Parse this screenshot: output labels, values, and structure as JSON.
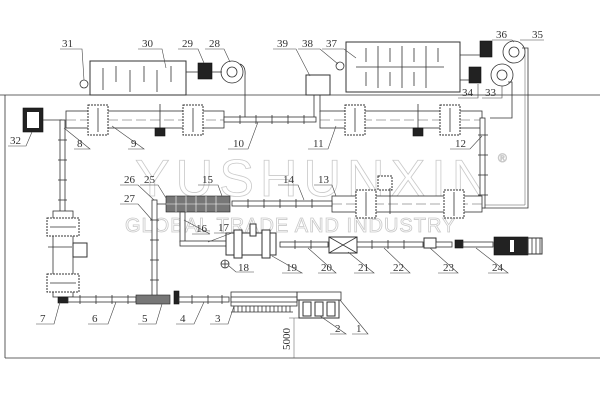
{
  "diagram": {
    "type": "process-flow-line-drawing",
    "watermark": {
      "line1": "YUSHUNXIN",
      "line2": "GLOBAL TRADE AND INDUSTRY",
      "registered_mark": "®"
    },
    "dimension": {
      "value": "5000",
      "orientation": "vertical"
    },
    "callouts": [
      {
        "id": "1",
        "label": "1"
      },
      {
        "id": "2",
        "label": "2"
      },
      {
        "id": "3",
        "label": "3"
      },
      {
        "id": "4",
        "label": "4"
      },
      {
        "id": "5",
        "label": "5"
      },
      {
        "id": "6",
        "label": "6"
      },
      {
        "id": "7",
        "label": "7"
      },
      {
        "id": "8",
        "label": "8"
      },
      {
        "id": "9",
        "label": "9"
      },
      {
        "id": "10",
        "label": "10"
      },
      {
        "id": "11",
        "label": "11"
      },
      {
        "id": "12",
        "label": "12"
      },
      {
        "id": "13",
        "label": "13"
      },
      {
        "id": "14",
        "label": "14"
      },
      {
        "id": "15",
        "label": "15"
      },
      {
        "id": "16",
        "label": "16"
      },
      {
        "id": "17",
        "label": "17"
      },
      {
        "id": "18",
        "label": "18"
      },
      {
        "id": "19",
        "label": "19"
      },
      {
        "id": "20",
        "label": "20"
      },
      {
        "id": "21",
        "label": "21"
      },
      {
        "id": "22",
        "label": "22"
      },
      {
        "id": "23",
        "label": "23"
      },
      {
        "id": "24",
        "label": "24"
      },
      {
        "id": "25",
        "label": "25"
      },
      {
        "id": "26",
        "label": "26"
      },
      {
        "id": "27",
        "label": "27"
      },
      {
        "id": "28",
        "label": "28"
      },
      {
        "id": "29",
        "label": "29"
      },
      {
        "id": "30",
        "label": "30"
      },
      {
        "id": "31",
        "label": "31"
      },
      {
        "id": "32",
        "label": "32"
      },
      {
        "id": "33",
        "label": "33"
      },
      {
        "id": "34",
        "label": "34"
      },
      {
        "id": "35",
        "label": "35"
      },
      {
        "id": "36",
        "label": "36"
      },
      {
        "id": "37",
        "label": "37"
      },
      {
        "id": "38",
        "label": "38"
      },
      {
        "id": "39",
        "label": "39"
      }
    ]
  }
}
